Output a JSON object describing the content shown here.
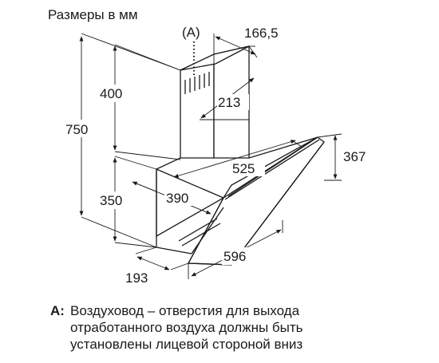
{
  "title": "Размеры в мм",
  "marker_label": "(A)",
  "dimensions": {
    "total_height": "750",
    "chimney_height": "400",
    "body_height": "350",
    "chimney_width": "166,5",
    "chimney_depth": "213",
    "glass_height": "367",
    "glass_width": "525",
    "depth_390": "390",
    "width_596": "596",
    "depth_193": "193"
  },
  "note": {
    "key": "A:",
    "line1": "Воздуховод – отверстия для выхода",
    "line2": "отработанного воздуха должны быть",
    "line3": "установлены лицевой стороной вниз"
  }
}
